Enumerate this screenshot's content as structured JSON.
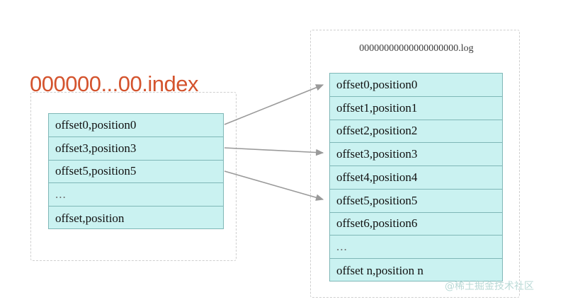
{
  "diagram": {
    "background_color": "#ffffff",
    "accent_color": "#d4542e",
    "box_fill_color": "#caf2f1",
    "box_border_color": "#7fb7b7",
    "container_border_color": "#cfcfcf",
    "arrow_color": "#9a9a9a"
  },
  "index_file": {
    "title": "000000...00.index",
    "rows": [
      {
        "label": "offset0,position0"
      },
      {
        "label": "offset3,position3"
      },
      {
        "label": "offset5,position5"
      },
      {
        "label": "..."
      },
      {
        "label": "offset,position"
      }
    ]
  },
  "log_file": {
    "title": "00000000000000000000.log",
    "rows": [
      {
        "label": "offset0,position0"
      },
      {
        "label": "offset1,position1"
      },
      {
        "label": "offset2,position2"
      },
      {
        "label": "offset3,position3"
      },
      {
        "label": "offset4,position4"
      },
      {
        "label": "offset5,position5"
      },
      {
        "label": "offset6,position6"
      },
      {
        "label": "..."
      },
      {
        "label": "offset n,position n"
      }
    ]
  },
  "connections": [
    {
      "from": "offset0,position0",
      "to": "offset0,position0"
    },
    {
      "from": "offset3,position3",
      "to": "offset3,position3"
    },
    {
      "from": "offset5,position5",
      "to": "offset5,position5"
    }
  ],
  "watermark": {
    "text": "@稀土掘金技术社区"
  }
}
